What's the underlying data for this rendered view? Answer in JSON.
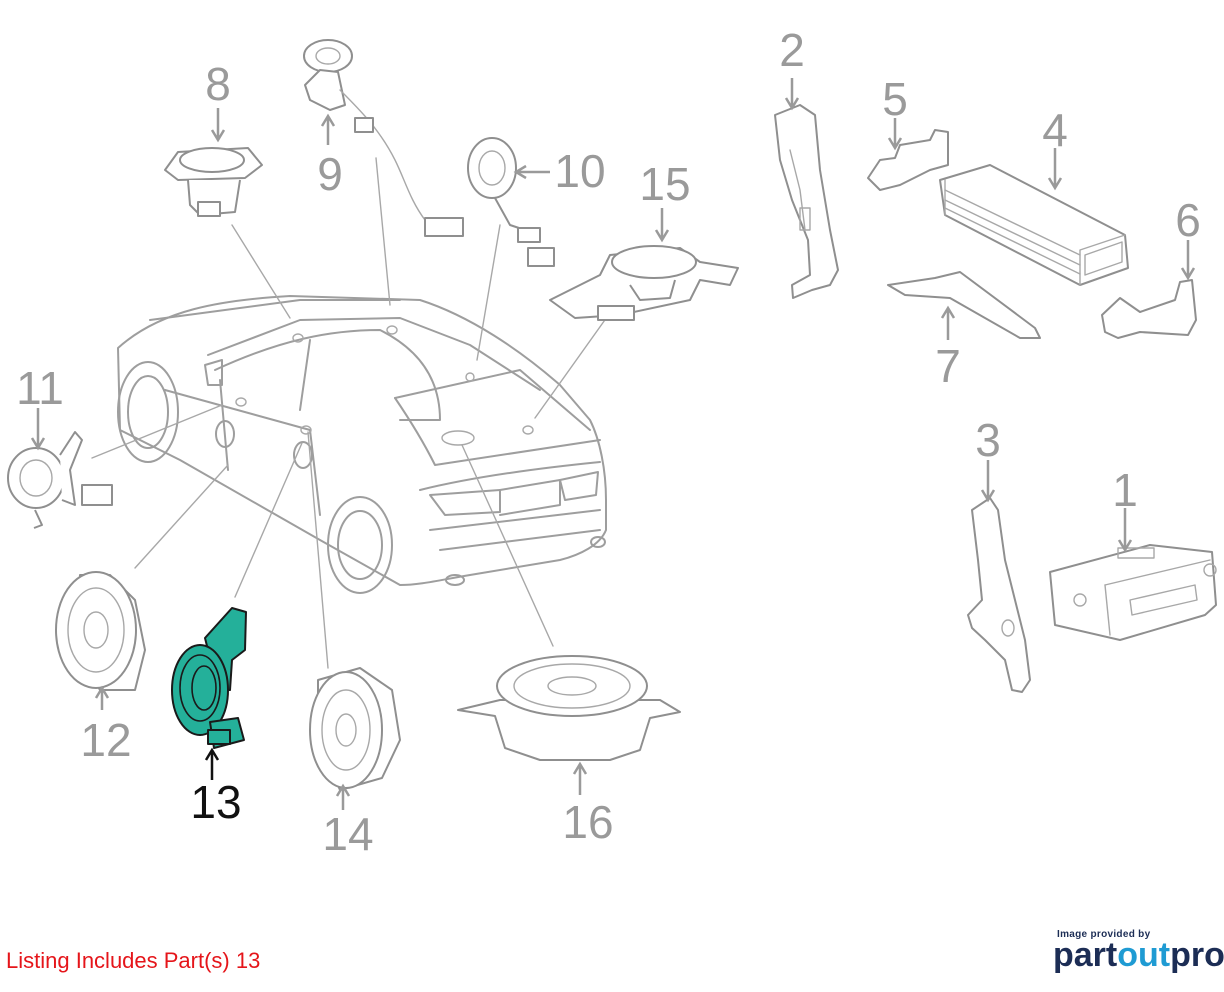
{
  "labels": {
    "p1": "1",
    "p2": "2",
    "p3": "3",
    "p4": "4",
    "p5": "5",
    "p6": "6",
    "p7": "7",
    "p8": "8",
    "p9": "9",
    "p10": "10",
    "p11": "11",
    "p12": "12",
    "p13": "13",
    "p14": "14",
    "p15": "15",
    "p16": "16"
  },
  "highlighted_part": "13",
  "highlight_color": "#24b09a",
  "listing_text": "Listing Includes Part(s)  13",
  "listing_color": "#e5151a",
  "provider": {
    "caption": "Image provided by",
    "name_part1": "part",
    "name_part2": "out",
    "name_part3": "pro"
  }
}
